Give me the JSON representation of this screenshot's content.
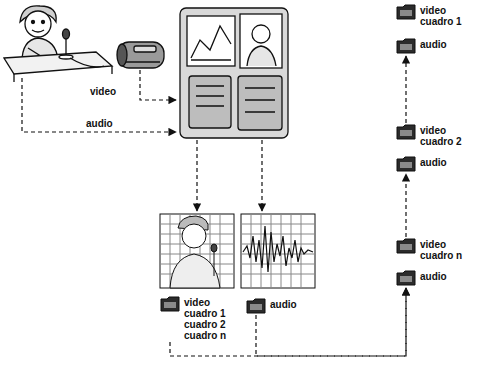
{
  "diagram": {
    "nodes": [
      {
        "text": [
          "video cuadro 1"
        ]
      },
      {
        "text": [
          "audio"
        ]
      },
      {
        "text": [
          "video cuadro 2"
        ]
      },
      {
        "text": [
          "audio"
        ]
      },
      {
        "text": [
          "video cuadro n"
        ]
      },
      {
        "text": [
          "audio"
        ]
      },
      {
        "text": [
          "video cuadro 1 cuadro 2 cuadro n"
        ]
      },
      {
        "text": [
          "audio"
        ]
      }
    ],
    "edges": [
      {
        "from": 6,
        "to": 5,
        "arrow": "to"
      },
      {
        "from": 7,
        "to": 5,
        "arrow": "to"
      },
      {
        "from": 4,
        "to": 3,
        "arrow": "to"
      },
      {
        "from": 2,
        "to": 1,
        "arrow": "to"
      }
    ],
    "labels": [
      "video",
      "audio"
    ]
  }
}
